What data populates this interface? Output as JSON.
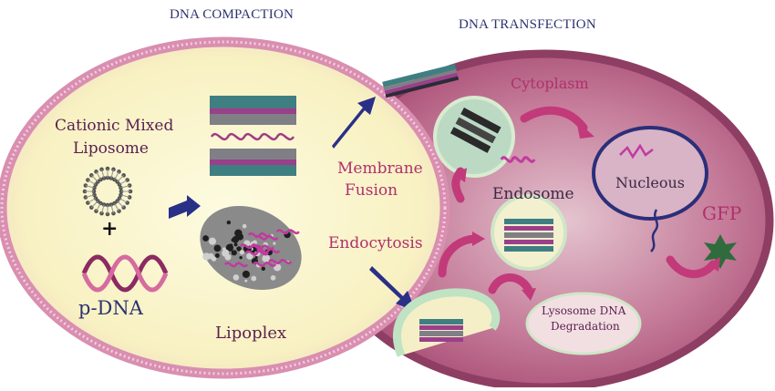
{
  "titles": {
    "left": "DNA COMPACTION",
    "right": "DNA TRANSFECTION"
  },
  "labels": {
    "cationic_liposome": [
      "Cationic Mixed",
      "Liposome"
    ],
    "plus": "+",
    "pdna": "p-DNA",
    "lipoplex": "Lipoplex",
    "membrane_fusion": [
      "Membrane",
      "Fusion"
    ],
    "endocytosis": "Endocytosis",
    "cytoplasm": "Cytoplasm",
    "endosome": "Endosome",
    "nucleous": "Nucleous",
    "gfp": "GFP",
    "lysosome": [
      "Lysosome DNA",
      "Degradation"
    ]
  },
  "colors": {
    "left_cell_fill": "#fbf6cf",
    "left_cell_border": "#d98fb0",
    "right_cell_fill": "#b8597f",
    "right_cell_border": "#8e3e63",
    "arrow_navy": "#2a2f87",
    "arrow_magenta": "#c23a7a",
    "nucleus_border": "#2b2f7a",
    "gfp_star": "#2f6b3c",
    "endosome_fill": "#f2f0cf"
  }
}
